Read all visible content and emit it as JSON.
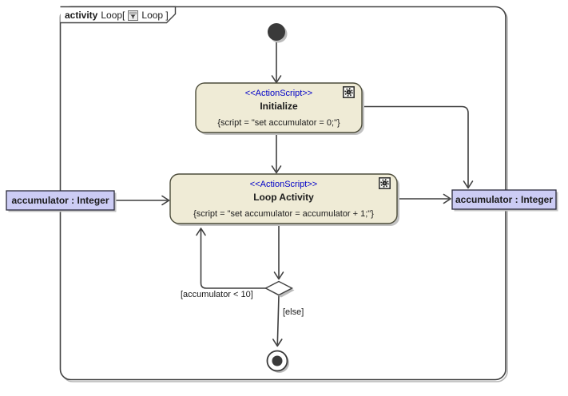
{
  "frame": {
    "keyword": "activity",
    "name": "Loop[",
    "diagram_name": "Loop ]"
  },
  "nodes": {
    "initialize": {
      "stereotype": "<<ActionScript>>",
      "name": "Initialize",
      "script": "{script = \"set accumulator = 0;\"}"
    },
    "loop_activity": {
      "stereotype": "<<ActionScript>>",
      "name": "Loop Activity",
      "script": "{script = \"set accumulator = accumulator + 1;\"}"
    },
    "param_left": {
      "label": "accumulator : Integer"
    },
    "param_right": {
      "label": "accumulator : Integer"
    }
  },
  "edges": {
    "loop_guard": "[accumulator < 10]",
    "else_guard": "[else]"
  },
  "colors": {
    "action_fill": "#EFEBD6",
    "object_fill": "#CCCCF4",
    "stereotype_text": "#0000C8",
    "line": "#3F3F3F",
    "shadow": "#BBBBBB"
  }
}
